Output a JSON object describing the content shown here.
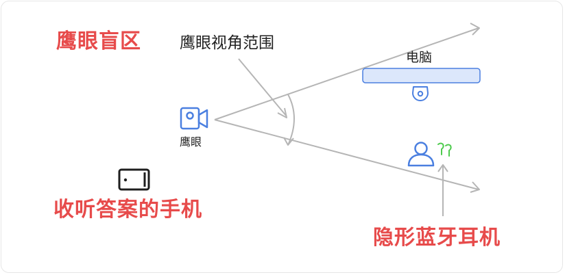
{
  "labels": {
    "blind_zone": "鹰眼盲区",
    "view_range": "鹰眼视角范围",
    "computer": "电脑",
    "camera": "鹰眼",
    "phone_caption": "收听答案的手机",
    "earbuds_caption": "隐形蓝牙耳机"
  },
  "colors": {
    "highlight_red": "#e74b4b",
    "icon_blue": "#4a7fe0",
    "earbud_green": "#4ecb4e",
    "line_gray": "#b5b5b5",
    "laptop_fill": "#dce7fb"
  },
  "icons": {
    "camera": "video-camera-icon",
    "webcam": "webcam-icon",
    "phone": "phone-icon",
    "person": "person-icon",
    "earbuds": "earbuds-icon"
  }
}
